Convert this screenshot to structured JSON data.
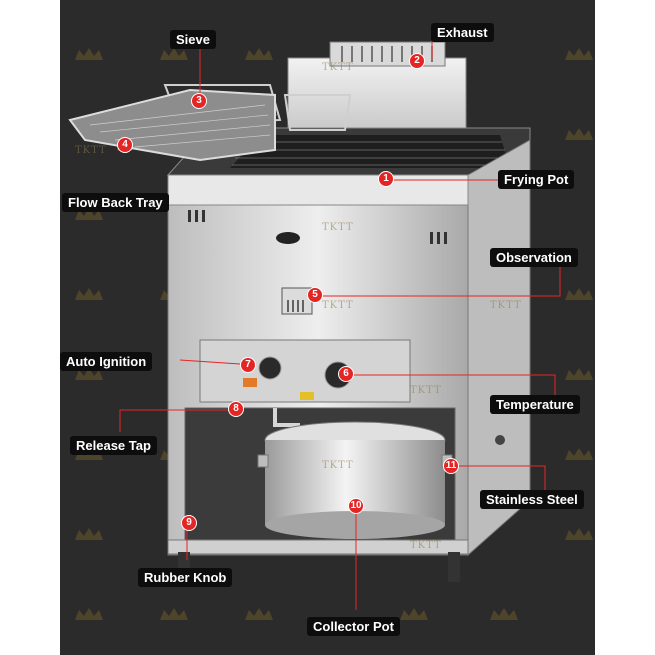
{
  "colors": {
    "background": "#2b2b2b",
    "marker": "#e52424",
    "label_bg": "#0d0d0d",
    "steel": "#c9c9c9"
  },
  "watermark": "TKTT",
  "icons": {
    "crown": "crown-icon"
  },
  "labels": {
    "exhaust": "Exhaust",
    "sieve": "Sieve",
    "frying_pot": "Frying Pot",
    "flow_back_tray": "Flow Back Tray",
    "observation": "Observation",
    "auto_ignition": "Auto Ignition",
    "temperature": "Temperature",
    "release_tap": "Release Tap",
    "stainless_steel": "Stainless Steel",
    "rubber_knob": "Rubber Knob",
    "collector_pot": "Collector Pot"
  },
  "markers": [
    "1",
    "2",
    "3",
    "4",
    "5",
    "6",
    "7",
    "8",
    "9",
    "10",
    "11"
  ]
}
